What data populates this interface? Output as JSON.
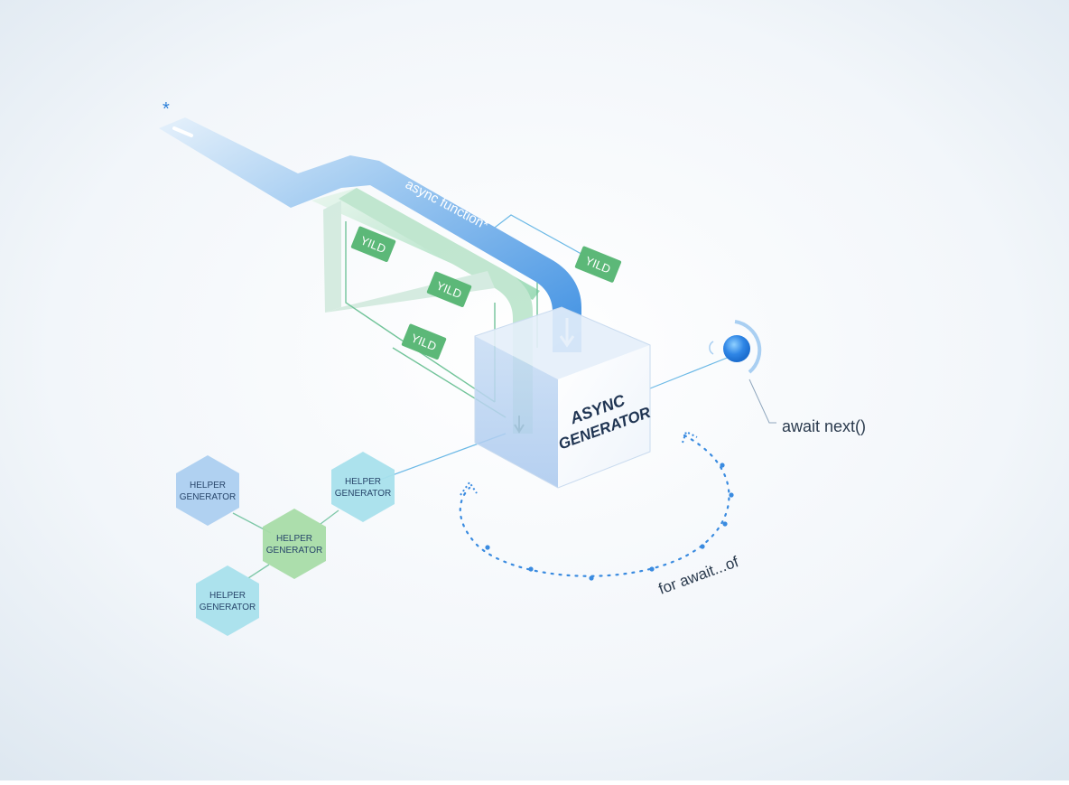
{
  "diagram": {
    "star_glyph": "*",
    "pipe_label": "async function*",
    "yield_labels": [
      "YILD",
      "YILD",
      "YILD",
      "YILD"
    ],
    "cube_label_line1": "ASYNC",
    "cube_label_line2": "GENERATOR",
    "await_label": "await next()",
    "loop_label": "for await...of",
    "helpers": [
      {
        "line1": "HELPER",
        "line2": "GENERATOR"
      },
      {
        "line1": "HELPER",
        "line2": "GENERATOR"
      },
      {
        "line1": "HELPER",
        "line2": "GENERATOR"
      },
      {
        "line1": "HELPER",
        "line2": "GENERATOR"
      }
    ],
    "colors": {
      "blue_pipe": "#3f8fe0",
      "green_pipe": "#9bd9b4",
      "yield_tag": "#5cb878",
      "cube_text": "#1f3452",
      "loop_dots": "#3a8be0",
      "hex_blue": "#a9ccf0",
      "hex_cyan": "#a8e0ec",
      "hex_green": "#a8dca8"
    }
  }
}
